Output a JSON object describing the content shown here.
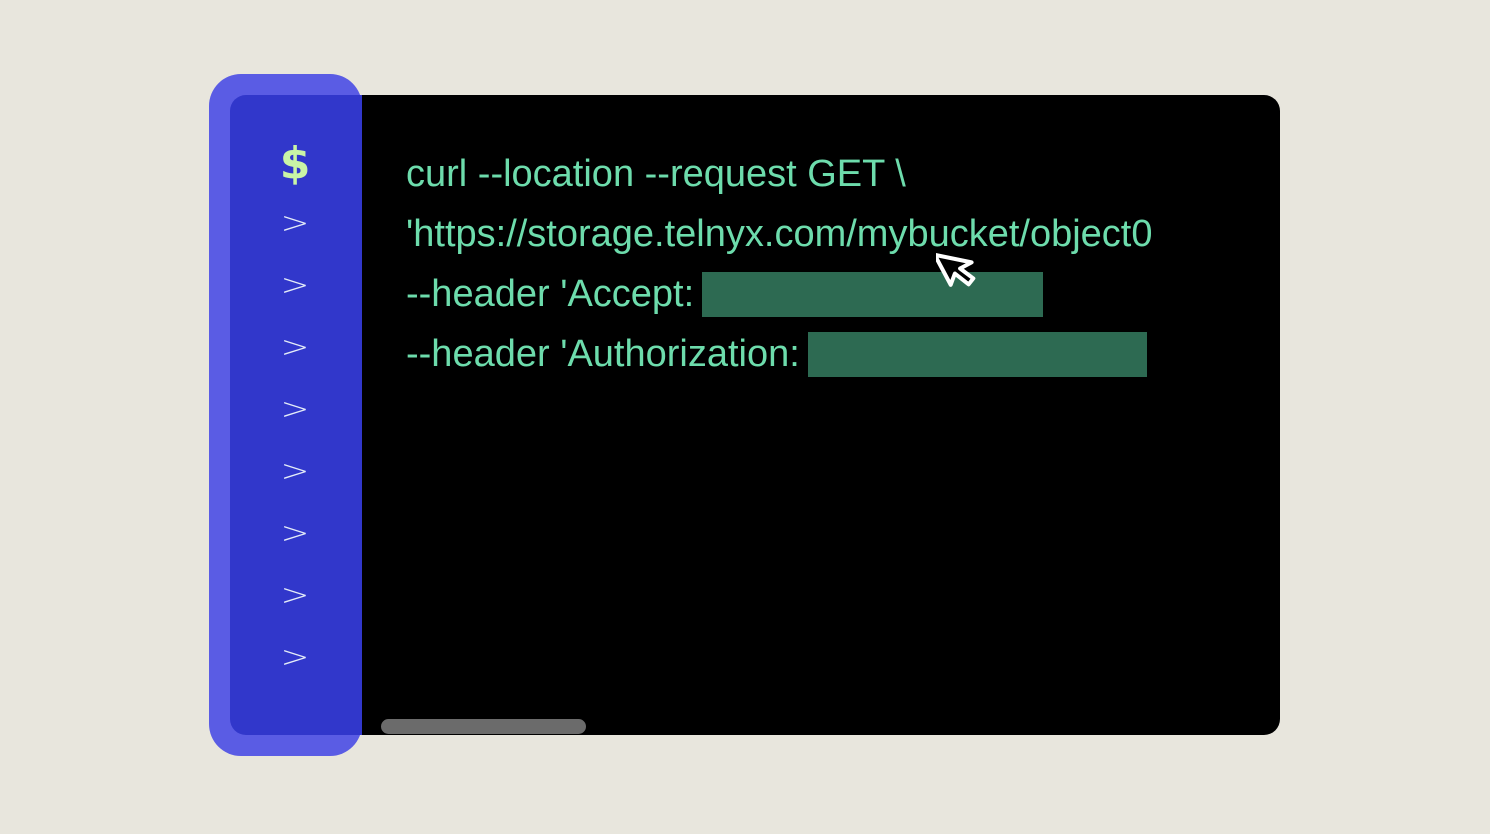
{
  "terminal": {
    "prompt_symbol": "$",
    "continuation_symbol": ">",
    "continuation_count": 8,
    "lines": [
      {
        "text": "curl --location --request GET \\",
        "redacted": false
      },
      {
        "text": "'https://storage.telnyx.com/mybucket/object0",
        "redacted": false
      },
      {
        "text": "--header 'Accept:",
        "redacted": true
      },
      {
        "text": "--header 'Authorization:",
        "redacted": true
      }
    ],
    "continuations": [
      ">",
      ">",
      ">",
      ">",
      ">",
      ">",
      ">",
      ">"
    ]
  },
  "colors": {
    "background": "#E8E6DD",
    "terminal_bg": "#000000",
    "gutter_outer": "#5A5CE4",
    "gutter_inner": "#3137CB",
    "code_text": "#6DDCAC",
    "prompt_dollar": "#C9F4A6",
    "redaction": "#2D6A52",
    "scrollbar": "#6B6B6B"
  },
  "icons": {
    "pointer": "mouse-pointer-icon"
  }
}
